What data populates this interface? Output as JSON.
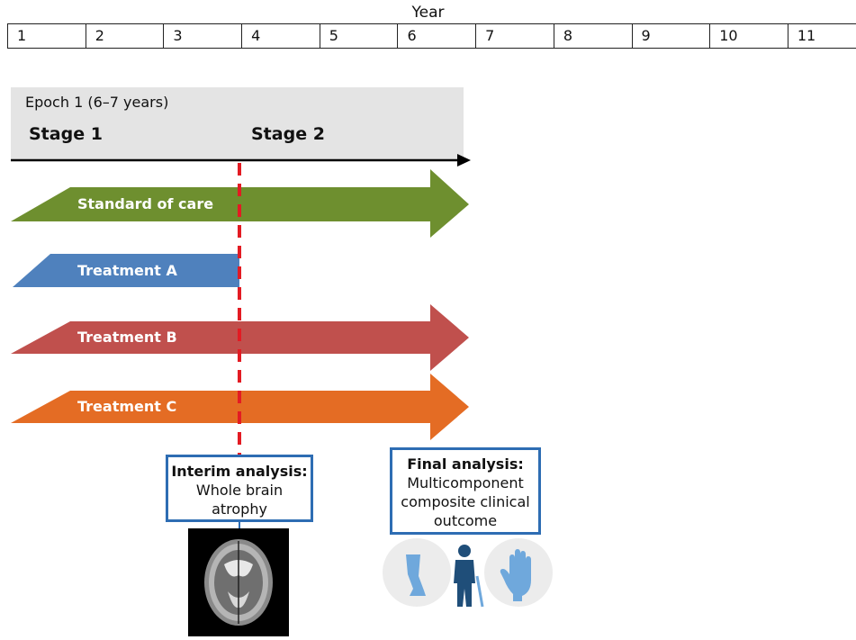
{
  "header": {
    "year_label": "Year",
    "years": [
      "1",
      "2",
      "3",
      "4",
      "5",
      "6",
      "7",
      "8",
      "9",
      "10",
      "11"
    ]
  },
  "epoch": {
    "title": "Epoch 1 (6–7 years)",
    "stage1": "Stage 1",
    "stage2": "Stage 2"
  },
  "arms": [
    {
      "label": "Standard of care",
      "color": "#6e8f2f"
    },
    {
      "label": "Treatment A",
      "color": "#4f81bd"
    },
    {
      "label": "Treatment B",
      "color": "#c0504d"
    },
    {
      "label": "Treatment C",
      "color": "#e46c24"
    }
  ],
  "interim": {
    "title": "Interim analysis:",
    "text": "Whole brain atrophy"
  },
  "final": {
    "title": "Final analysis:",
    "text": "Multicomponent composite clinical outcome"
  },
  "icons": [
    "mri-brain-icon",
    "leg-icon",
    "walking-person-icon",
    "hand-icon"
  ],
  "colors": {
    "dashed_line": "#e31b23",
    "box_border": "#2e6db3",
    "icon_blue": "#6fa8dc"
  }
}
